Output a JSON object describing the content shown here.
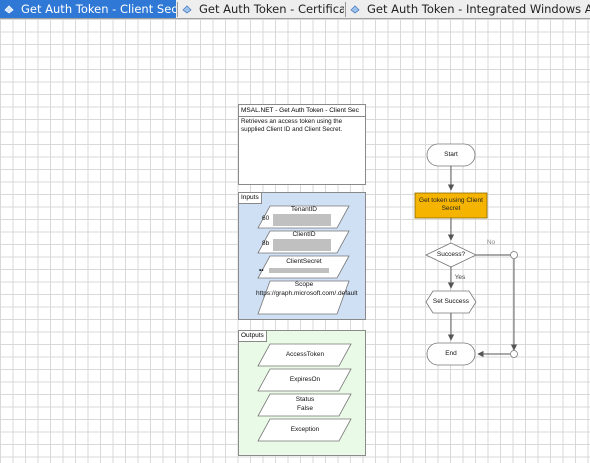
{
  "tabs": [
    {
      "label": "Get Auth Token - Client Secret",
      "active": true,
      "icon": "flow-icon"
    },
    {
      "label": "Get Auth Token - Certificate",
      "active": false,
      "icon": "flow-icon"
    },
    {
      "label": "Get Auth Token - Integrated Windows Auth",
      "active": false,
      "icon": "flow-icon"
    }
  ],
  "info": {
    "title": "MSAL.NET - Get Auth Token - Client Sec",
    "description": "Retrieves an access token using the supplied Client ID and Client Secret."
  },
  "inputs": {
    "label": "Inputs",
    "params": [
      {
        "name": "TenantID",
        "value_prefix": "60"
      },
      {
        "name": "ClientID",
        "value_prefix": "8b"
      },
      {
        "name": "ClientSecret",
        "value_prefix": "••"
      },
      {
        "name": "Scope",
        "value": "https://graph.microsoft.com/.default"
      }
    ]
  },
  "outputs": {
    "label": "Outputs",
    "params": [
      {
        "name": "AccessToken",
        "value": ""
      },
      {
        "name": "ExpiresOn",
        "value": ""
      },
      {
        "name": "Status",
        "value": "False"
      },
      {
        "name": "Exception",
        "value": ""
      }
    ]
  },
  "flow": {
    "start": "Start",
    "action": "Get token using Client Secret",
    "decision": "Success?",
    "yes_label": "Yes",
    "no_label": "No",
    "set_success": "Set Success",
    "end": "End"
  },
  "colors": {
    "active_tab": "#2f78d6",
    "action_fill": "#f5b400",
    "inputs_bg": "#cfe0f5",
    "outputs_bg": "#e9fbe6",
    "connector": "#555555"
  }
}
